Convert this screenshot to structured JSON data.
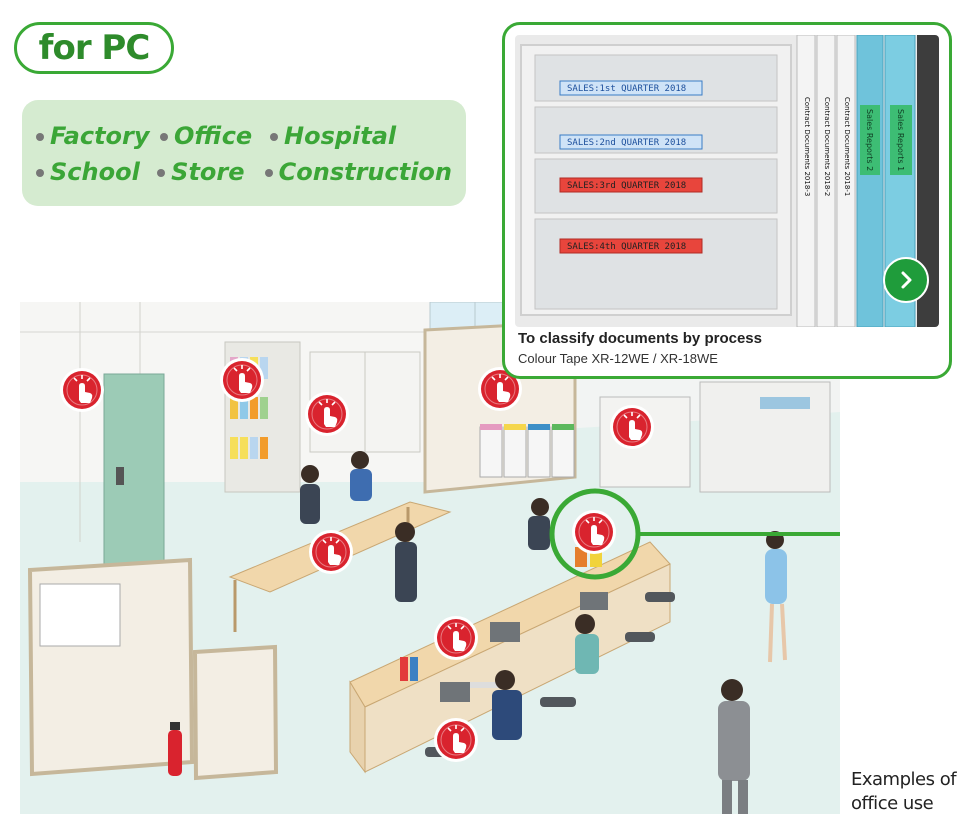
{
  "badge": {
    "label": "for PC"
  },
  "categories": {
    "row1": [
      "Factory",
      "Office",
      "Hospital"
    ],
    "row2": [
      "School",
      "Store",
      "Construction"
    ]
  },
  "card": {
    "title": "To classify documents by process",
    "subtitle": "Colour Tape XR-12WE / XR-18WE",
    "drawer_labels": [
      "SALES:1st QUARTER 2018",
      "SALES:2nd QUARTER 2018",
      "SALES:3rd QUARTER 2018",
      "SALES:4th QUARTER 2018"
    ],
    "binder_labels": [
      "Contract Documents 2018-3",
      "Contract Documents 2018-2",
      "Contract Documents 2018-1",
      "Sales Reports 2",
      "Sales Reports 1"
    ],
    "next_icon": "chevron-right-icon"
  },
  "caption": {
    "line1": "Examples of",
    "line2": "office use"
  },
  "colors": {
    "accent": "#3aa935",
    "hotspot": "#d9232e",
    "label_blue": "#cfe3f7",
    "label_red": "#e8453c"
  }
}
